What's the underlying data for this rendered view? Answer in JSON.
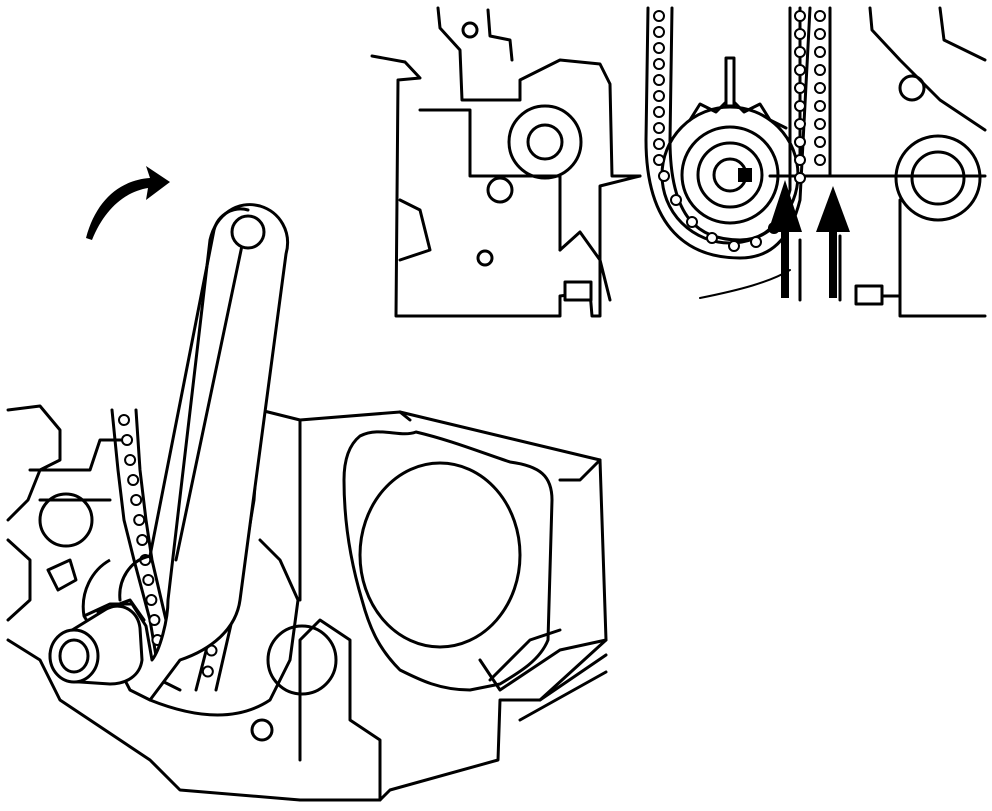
{
  "figure": {
    "panels": [
      {
        "id": "detail-inset",
        "depicts": "timing-chain-alignment-detail"
      },
      {
        "id": "main-view",
        "depicts": "wrench-rotating-crankshaft"
      }
    ],
    "arrow_count_inset": 2,
    "rotation_direction": "clockwise",
    "colors": {
      "ink": "#000000",
      "paper": "#ffffff"
    }
  }
}
